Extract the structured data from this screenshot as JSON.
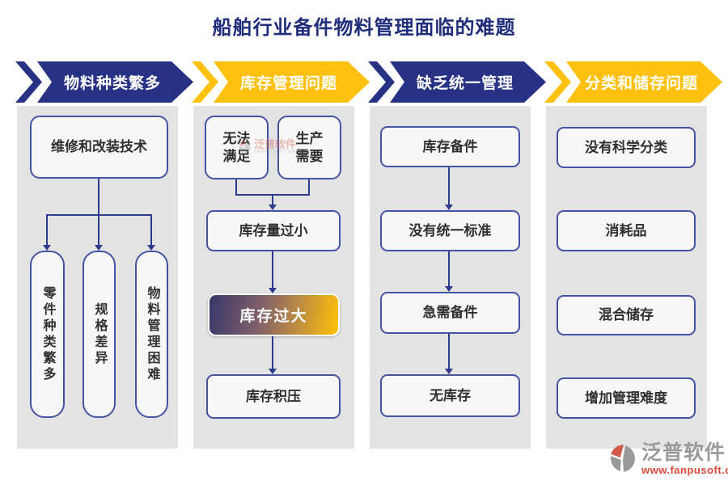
{
  "title": "船舶行业备件物料管理面临的难题",
  "colors": {
    "navy_banner": "#283285",
    "yellow_banner": "#FFC10E",
    "panel_gray": "#E3E3E3",
    "node_border": "#4553A3",
    "connector": "#2E3B8D",
    "gradient_node_left": "#38386B",
    "gradient_node_right": "#FFC107",
    "title_color": "#1F2D7B"
  },
  "columns": [
    {
      "header": "物料种类繁多",
      "theme": "navy",
      "root": "维修和改装技术",
      "children": [
        "零件种类繁多",
        "规格差异",
        "物料管理困难"
      ]
    },
    {
      "header": "库存管理问题",
      "theme": "yellow",
      "causes": [
        "无法满足",
        "生产需要"
      ],
      "flow": [
        "库存量过小",
        "库存过大",
        "库存积压"
      ],
      "highlighted": "库存过大"
    },
    {
      "header": "缺乏统一管理",
      "theme": "navy",
      "flow": [
        "库存备件",
        "没有统一标准",
        "急需备件",
        "无库存"
      ]
    },
    {
      "header": "分类和储存问题",
      "theme": "yellow",
      "items": [
        "没有科学分类",
        "消耗品",
        "混合储存",
        "增加管理难度"
      ]
    }
  ],
  "watermark": {
    "brand": "泛普软件",
    "sub": "FANPU SOFTWARE"
  },
  "logo": {
    "brand": "泛普软件",
    "website": "www.fanpusoft.com"
  }
}
